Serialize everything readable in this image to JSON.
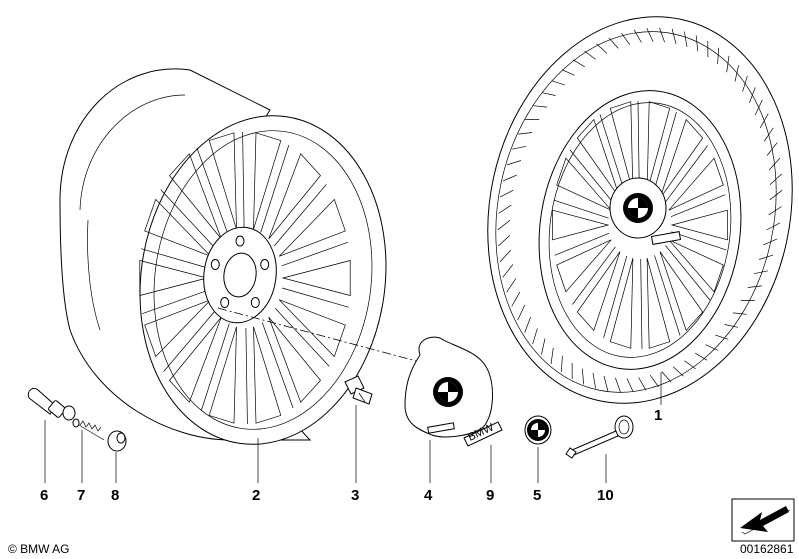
{
  "labels": {
    "wheel": "1",
    "rim": "2",
    "bolt": "3",
    "hub_cover": "4",
    "emblem": "5",
    "valve": "6",
    "valve_insert": "7",
    "valve_cap": "8",
    "badge": "9",
    "tool": "10"
  },
  "badge_text": "BMW",
  "copyright": "© BMW AG",
  "diagram_id": "00162861"
}
